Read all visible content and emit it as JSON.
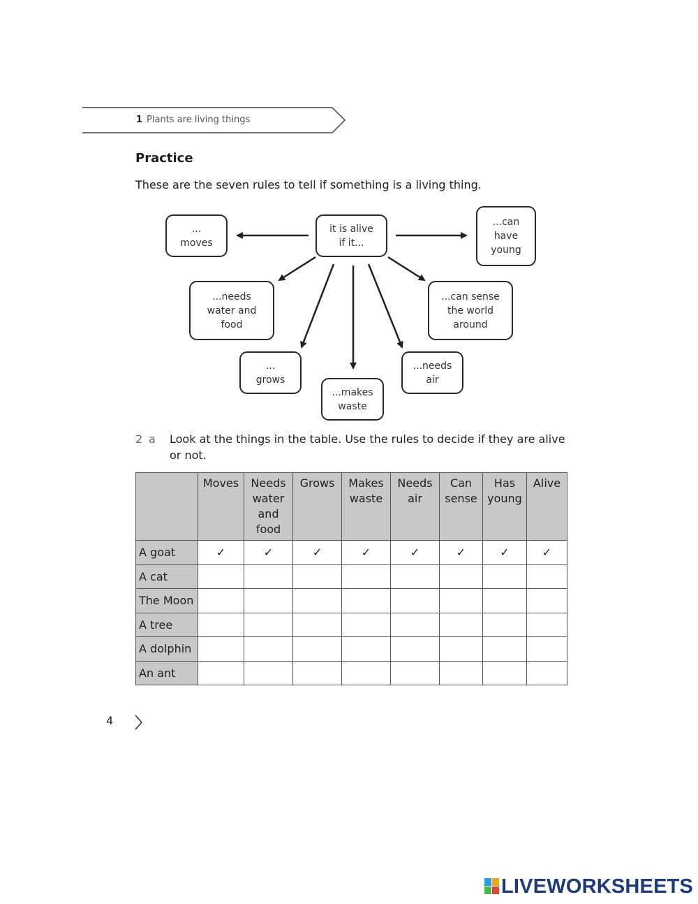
{
  "chapter": {
    "number": "1",
    "title": "Plants are living things"
  },
  "heading": "Practice",
  "intro": "These are the seven rules to tell if something is a living thing.",
  "diagram": {
    "center": "it is alive\nif it...",
    "rules": {
      "moves": "...\nmoves",
      "young": "...can\nhave\nyoung",
      "water": "...needs\nwater and\nfood",
      "sense": "...can sense\nthe world\naround",
      "grows": "...\ngrows",
      "waste": "...makes\nwaste",
      "air": "...needs\nair"
    }
  },
  "question": {
    "number": "2",
    "part": "a",
    "text": "Look at the things in the table. Use the rules to decide if they are alive or not."
  },
  "table": {
    "headers": [
      "",
      "Moves",
      "Needs\nwater\nand\nfood",
      "Grows",
      "Makes\nwaste",
      "Needs\nair",
      "Can\nsense",
      "Has\nyoung",
      "Alive"
    ],
    "rows": [
      {
        "label": "A goat",
        "cells": [
          "✓",
          "✓",
          "✓",
          "✓",
          "✓",
          "✓",
          "✓",
          "✓"
        ]
      },
      {
        "label": "A cat",
        "cells": [
          "",
          "",
          "",
          "",
          "",
          "",
          "",
          ""
        ]
      },
      {
        "label": "The Moon",
        "cells": [
          "",
          "",
          "",
          "",
          "",
          "",
          "",
          ""
        ]
      },
      {
        "label": "A tree",
        "cells": [
          "",
          "",
          "",
          "",
          "",
          "",
          "",
          ""
        ]
      },
      {
        "label": "A dolphin",
        "cells": [
          "",
          "",
          "",
          "",
          "",
          "",
          "",
          ""
        ]
      },
      {
        "label": "An ant",
        "cells": [
          "",
          "",
          "",
          "",
          "",
          "",
          "",
          ""
        ]
      }
    ]
  },
  "footer": {
    "page_number": "4"
  },
  "logo": {
    "text": "LIVEWORKSHEETS",
    "icon": "liveworksheets-icon",
    "brand_color": "#1d3a7a"
  }
}
